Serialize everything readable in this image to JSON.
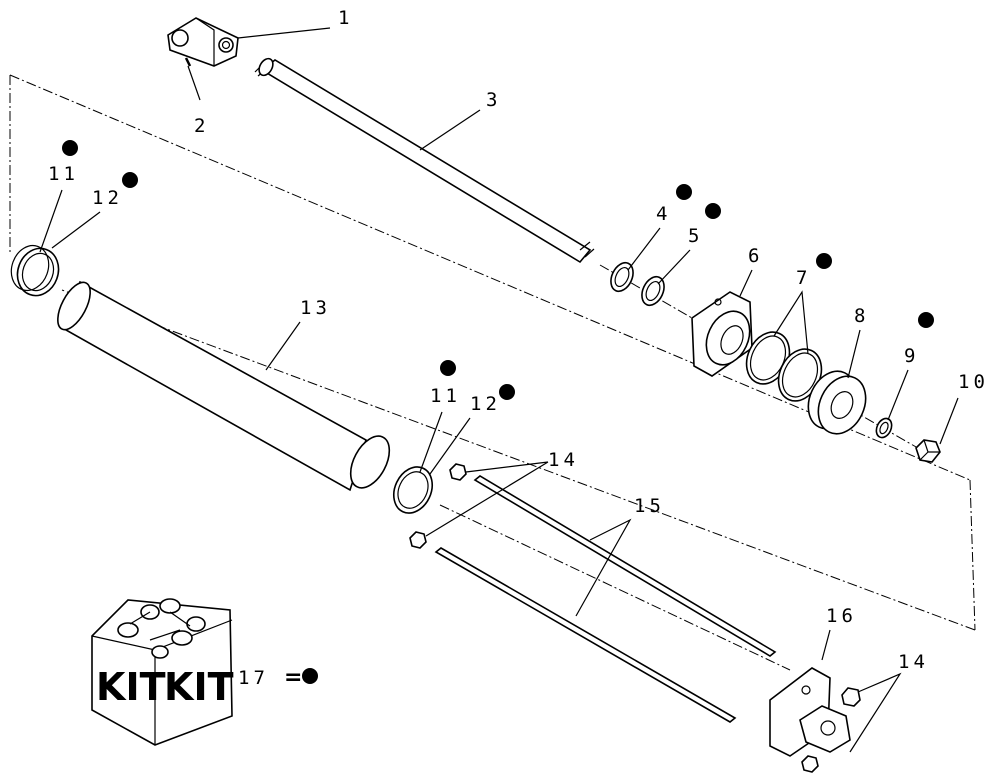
{
  "parts": [
    {
      "id": "1",
      "label": "1"
    },
    {
      "id": "2",
      "label": "2"
    },
    {
      "id": "3",
      "label": "3"
    },
    {
      "id": "4",
      "label": "4"
    },
    {
      "id": "5",
      "label": "5"
    },
    {
      "id": "6",
      "label": "6"
    },
    {
      "id": "7",
      "label": "7"
    },
    {
      "id": "8",
      "label": "8"
    },
    {
      "id": "9",
      "label": "9"
    },
    {
      "id": "10",
      "label": "10"
    },
    {
      "id": "11a",
      "label": "11"
    },
    {
      "id": "12a",
      "label": "12"
    },
    {
      "id": "13",
      "label": "13"
    },
    {
      "id": "11b",
      "label": "11"
    },
    {
      "id": "12b",
      "label": "12"
    },
    {
      "id": "14a",
      "label": "14"
    },
    {
      "id": "15",
      "label": "15"
    },
    {
      "id": "16",
      "label": "16"
    },
    {
      "id": "14b",
      "label": "14"
    },
    {
      "id": "17",
      "label": "17"
    }
  ],
  "legend": {
    "kit_word_1": "KIT",
    "kit_word_2": "KIT",
    "item_number": "17",
    "equals_sign": "="
  }
}
